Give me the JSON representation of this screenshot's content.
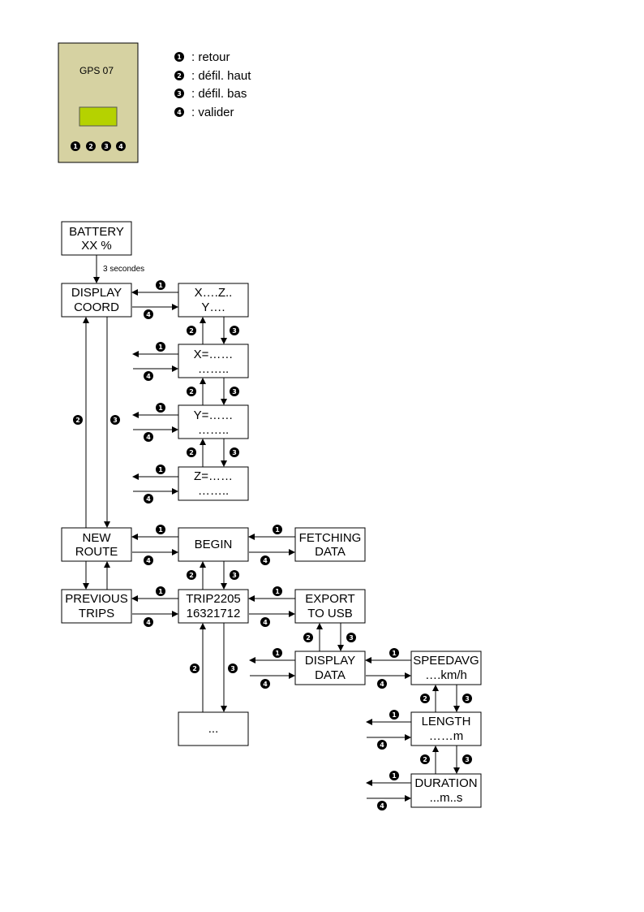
{
  "device": {
    "title": "GPS 07",
    "body_color": "#d6d2a2",
    "screen_color": "#b5d200",
    "buttons": [
      "1",
      "2",
      "3",
      "4"
    ]
  },
  "legend": [
    {
      "num": "1",
      "label": ": retour"
    },
    {
      "num": "2",
      "label": ": défil. haut"
    },
    {
      "num": "3",
      "label": ": défil. bas"
    },
    {
      "num": "4",
      "label": ": valider"
    }
  ],
  "boxes": {
    "battery": [
      "BATTERY",
      "XX %"
    ],
    "display_coord": [
      "DISPLAY",
      "COORD"
    ],
    "xyz": [
      "X….Z..",
      "Y…."
    ],
    "x": [
      "X=……",
      "…….."
    ],
    "y": [
      "Y=……",
      "…….."
    ],
    "z": [
      "Z=……",
      "…….."
    ],
    "new_route": [
      "NEW",
      "ROUTE"
    ],
    "begin": [
      "BEGIN"
    ],
    "fetching": [
      "FETCHING",
      "DATA"
    ],
    "previous": [
      "PREVIOUS",
      "TRIPS"
    ],
    "trip": [
      "TRIP2205",
      "16321712"
    ],
    "export": [
      "EXPORT",
      "TO USB"
    ],
    "display_data": [
      "DISPLAY",
      "DATA"
    ],
    "speedavg": [
      "SPEEDAVG",
      "….km/h"
    ],
    "length": [
      "LENGTH",
      "……m"
    ],
    "duration": [
      "DURATION",
      "...m..s"
    ],
    "more": [
      "..."
    ]
  },
  "annotations": {
    "delay": "3 secondes"
  }
}
